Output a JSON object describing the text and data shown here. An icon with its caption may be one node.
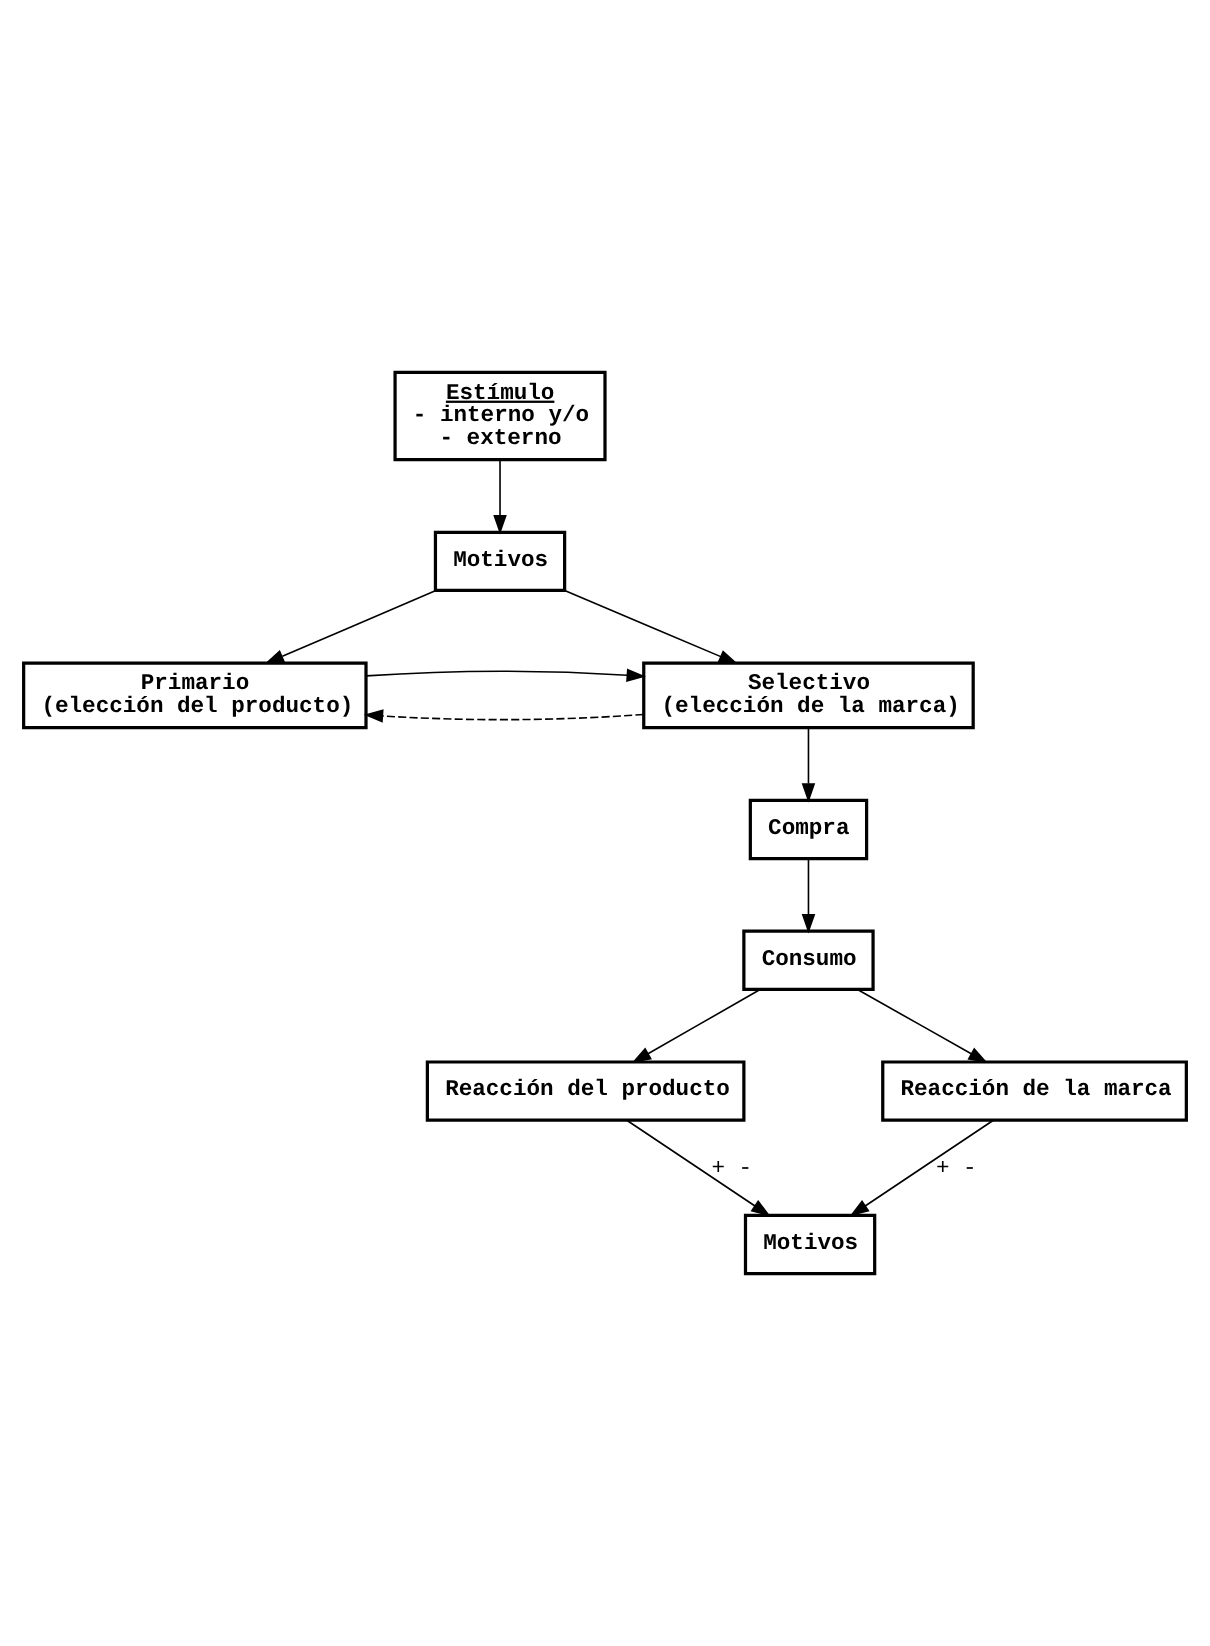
{
  "diagram": {
    "nodes": [
      {
        "text": [
          "Estímulo",
          "- interno y/o",
          "- externo"
        ]
      },
      {
        "text": [
          "Motivos"
        ]
      },
      {
        "text": [
          "Primario",
          "(elección del producto)"
        ]
      },
      {
        "text": [
          "Selectivo",
          "(elección de la marca)"
        ]
      },
      {
        "text": [
          "Compra"
        ]
      },
      {
        "text": [
          "Consumo"
        ]
      },
      {
        "text": [
          "Reacción del producto"
        ]
      },
      {
        "text": [
          "Reacción de la marca"
        ]
      },
      {
        "text": [
          "Motivos"
        ]
      }
    ],
    "edges": [
      {
        "from": 0,
        "to": 1,
        "arrow": "to"
      },
      {
        "from": 1,
        "to": 2,
        "arrow": "to"
      },
      {
        "from": 1,
        "to": 3,
        "arrow": "to"
      },
      {
        "from": 3,
        "to": 2,
        "arrow": "to",
        "style": "dashed"
      },
      {
        "from": 2,
        "to": 3,
        "arrow": "to"
      },
      {
        "from": 3,
        "to": 4,
        "arrow": "to"
      },
      {
        "from": 4,
        "to": 5,
        "arrow": "to"
      },
      {
        "from": 5,
        "to": 6,
        "arrow": "to"
      },
      {
        "from": 5,
        "to": 7,
        "arrow": "to"
      },
      {
        "from": 6,
        "to": 8,
        "arrow": "to",
        "label": "+ -"
      },
      {
        "from": 7,
        "to": 8,
        "arrow": "to",
        "label": "+ -"
      }
    ]
  }
}
